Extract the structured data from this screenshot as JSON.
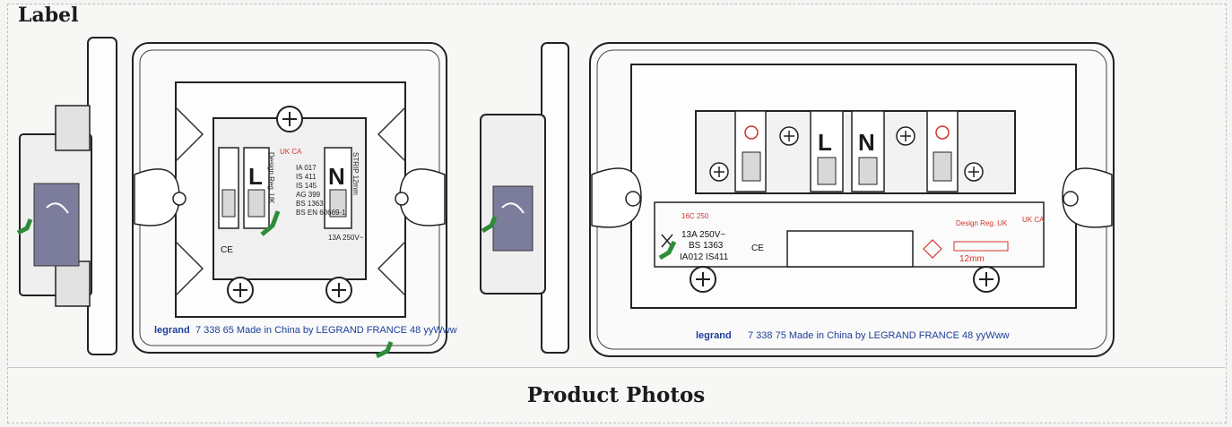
{
  "section_title": "Label",
  "footer_title": "Product Photos",
  "left_switch": {
    "brand": "legrand",
    "faceplate_text": "7 338 65 Made in China by LEGRAND FRANCE 48 yyWww",
    "terminal_l": "L",
    "terminal_n": "N",
    "mark_uk": "UK CA",
    "specs": [
      "IA 017",
      "IS 411",
      "IS 145",
      "AG 399",
      "BS 1363",
      "BS EN 60669-1"
    ],
    "strip_text": "STRIP 12mm",
    "rating": "13A 250V~",
    "design": "Design Reg. UK"
  },
  "right_switch": {
    "brand": "legrand",
    "faceplate_text": "7 338 75  Made in China by LEGRAND FRANCE  48  yyWww",
    "terminal_l": "L",
    "terminal_n": "N",
    "rating": "13A 250V~",
    "standard": "BS 1363",
    "codes": "IA012 IS411",
    "design": "Design Reg. UK",
    "strip_length": "12mm",
    "mark_uk": "UK CA",
    "ce": "CE"
  },
  "colors": {
    "accent_green": "#2e8b3a",
    "brand_blue": "#1d3f9a",
    "mark_red": "#d0342c"
  }
}
